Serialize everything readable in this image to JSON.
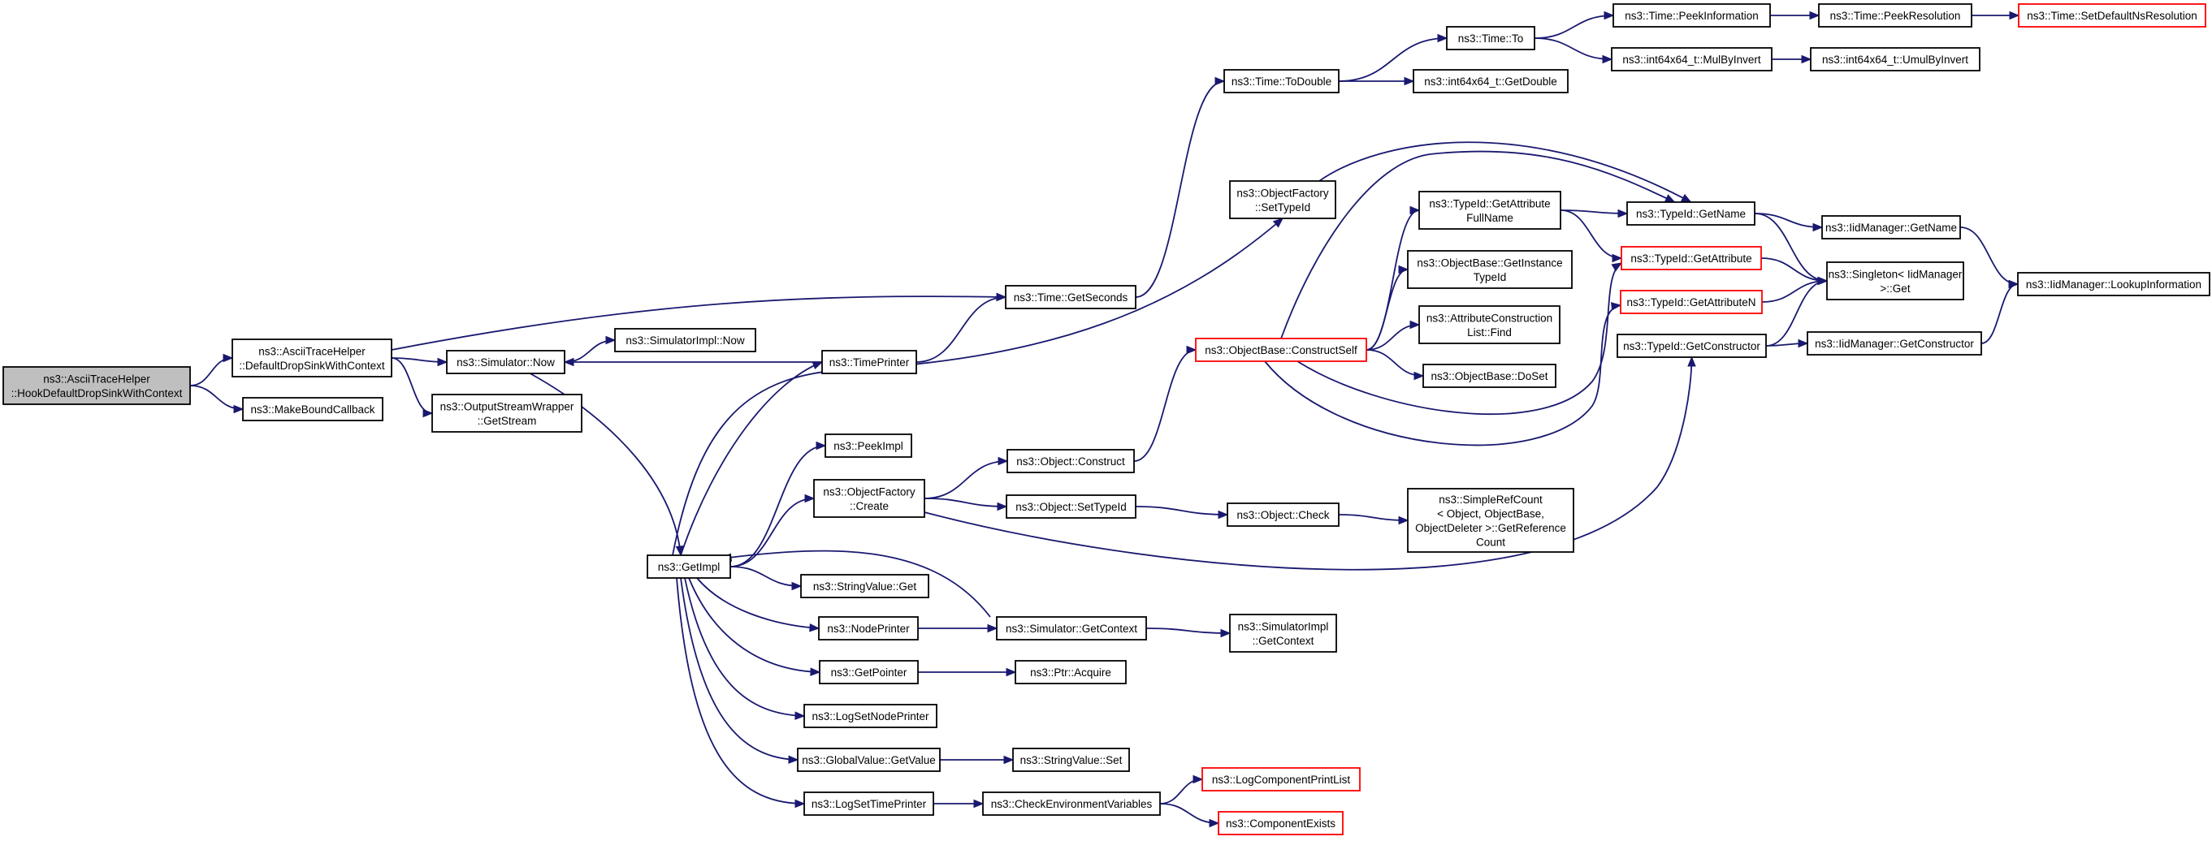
{
  "colors": {
    "edge": "#191970",
    "node_border": "#000000",
    "truncated_node_border": "#ff0000",
    "root_fill": "#bfbfbf",
    "node_fill": "#ffffff"
  },
  "nodes": [
    {
      "id": "root",
      "lines": [
        "ns3::AsciiTraceHelper",
        "::HookDefaultDropSinkWithContext"
      ],
      "kind": "root"
    },
    {
      "id": "ddswc",
      "lines": [
        "ns3::AsciiTraceHelper",
        "::DefaultDropSinkWithContext"
      ],
      "kind": "normal"
    },
    {
      "id": "mbc",
      "lines": [
        "ns3::MakeBoundCallback"
      ],
      "kind": "normal"
    },
    {
      "id": "simnow",
      "lines": [
        "ns3::Simulator::Now"
      ],
      "kind": "normal"
    },
    {
      "id": "oswgs",
      "lines": [
        "ns3::OutputStreamWrapper",
        "::GetStream"
      ],
      "kind": "normal"
    },
    {
      "id": "gsec",
      "lines": [
        "ns3::Time::GetSeconds"
      ],
      "kind": "normal"
    },
    {
      "id": "siminow",
      "lines": [
        "ns3::SimulatorImpl::Now"
      ],
      "kind": "normal"
    },
    {
      "id": "getimpl",
      "lines": [
        "ns3::GetImpl"
      ],
      "kind": "normal"
    },
    {
      "id": "timeprinter",
      "lines": [
        "ns3::TimePrinter"
      ],
      "kind": "normal"
    },
    {
      "id": "peekimpl",
      "lines": [
        "ns3::PeekImpl"
      ],
      "kind": "normal"
    },
    {
      "id": "ofcreate",
      "lines": [
        "ns3::ObjectFactory",
        "::Create"
      ],
      "kind": "normal"
    },
    {
      "id": "svget",
      "lines": [
        "ns3::StringValue::Get"
      ],
      "kind": "normal"
    },
    {
      "id": "nodeprinter",
      "lines": [
        "ns3::NodePrinter"
      ],
      "kind": "normal"
    },
    {
      "id": "getpointer",
      "lines": [
        "ns3::GetPointer"
      ],
      "kind": "normal"
    },
    {
      "id": "lsnp",
      "lines": [
        "ns3::LogSetNodePrinter"
      ],
      "kind": "normal"
    },
    {
      "id": "gvget",
      "lines": [
        "ns3::GlobalValue::GetValue"
      ],
      "kind": "normal"
    },
    {
      "id": "lstp",
      "lines": [
        "ns3::LogSetTimePrinter"
      ],
      "kind": "normal"
    },
    {
      "id": "objconstruct",
      "lines": [
        "ns3::Object::Construct"
      ],
      "kind": "normal"
    },
    {
      "id": "objsettid",
      "lines": [
        "ns3::Object::SetTypeId"
      ],
      "kind": "normal"
    },
    {
      "id": "simgetctx",
      "lines": [
        "ns3::Simulator::GetContext"
      ],
      "kind": "normal"
    },
    {
      "id": "ptracq",
      "lines": [
        "ns3::Ptr::Acquire"
      ],
      "kind": "normal"
    },
    {
      "id": "svset",
      "lines": [
        "ns3::StringValue::Set"
      ],
      "kind": "normal"
    },
    {
      "id": "checkenv",
      "lines": [
        "ns3::CheckEnvironmentVariables"
      ],
      "kind": "normal"
    },
    {
      "id": "timetodouble",
      "lines": [
        "ns3::Time::ToDouble"
      ],
      "kind": "normal"
    },
    {
      "id": "ofsettid",
      "lines": [
        "ns3::ObjectFactory",
        "::SetTypeId"
      ],
      "kind": "normal"
    },
    {
      "id": "obconstructself",
      "lines": [
        "ns3::ObjectBase::ConstructSelf"
      ],
      "kind": "truncated"
    },
    {
      "id": "objcheck",
      "lines": [
        "ns3::Object::Check"
      ],
      "kind": "normal"
    },
    {
      "id": "simimplgetctx",
      "lines": [
        "ns3::SimulatorImpl",
        "::GetContext"
      ],
      "kind": "normal"
    },
    {
      "id": "logcpl",
      "lines": [
        "ns3::LogComponentPrintList"
      ],
      "kind": "truncated"
    },
    {
      "id": "compexists",
      "lines": [
        "ns3::ComponentExists"
      ],
      "kind": "truncated"
    },
    {
      "id": "timeto",
      "lines": [
        "ns3::Time::To"
      ],
      "kind": "normal"
    },
    {
      "id": "i64getdouble",
      "lines": [
        "ns3::int64x64_t::GetDouble"
      ],
      "kind": "normal"
    },
    {
      "id": "tidgafn",
      "lines": [
        "ns3::TypeId::GetAttribute",
        "FullName"
      ],
      "kind": "normal"
    },
    {
      "id": "obgitid",
      "lines": [
        "ns3::ObjectBase::GetInstance",
        "TypeId"
      ],
      "kind": "normal"
    },
    {
      "id": "acfind",
      "lines": [
        "ns3::AttributeConstruction",
        "List::Find"
      ],
      "kind": "normal"
    },
    {
      "id": "obdoset",
      "lines": [
        "ns3::ObjectBase::DoSet"
      ],
      "kind": "normal"
    },
    {
      "id": "srcgetref",
      "lines": [
        "ns3::SimpleRefCount",
        "< Object, ObjectBase,",
        "ObjectDeleter >::GetReference",
        "Count"
      ],
      "kind": "normal"
    },
    {
      "id": "timepeekinfo",
      "lines": [
        "ns3::Time::PeekInformation"
      ],
      "kind": "normal"
    },
    {
      "id": "i64mulbyinv",
      "lines": [
        "ns3::int64x64_t::MulByInvert"
      ],
      "kind": "normal"
    },
    {
      "id": "tidgetname",
      "lines": [
        "ns3::TypeId::GetName"
      ],
      "kind": "normal"
    },
    {
      "id": "tidgetattr",
      "lines": [
        "ns3::TypeId::GetAttribute"
      ],
      "kind": "truncated"
    },
    {
      "id": "tidgetattrn",
      "lines": [
        "ns3::TypeId::GetAttributeN"
      ],
      "kind": "truncated"
    },
    {
      "id": "tidgetctor",
      "lines": [
        "ns3::TypeId::GetConstructor"
      ],
      "kind": "normal"
    },
    {
      "id": "timepeekres",
      "lines": [
        "ns3::Time::PeekResolution"
      ],
      "kind": "normal"
    },
    {
      "id": "i64umulbyinv",
      "lines": [
        "ns3::int64x64_t::UmulByInvert"
      ],
      "kind": "normal"
    },
    {
      "id": "iidmgetname",
      "lines": [
        "ns3::IidManager::GetName"
      ],
      "kind": "normal"
    },
    {
      "id": "singletonget",
      "lines": [
        "ns3::Singleton< IidManager",
        ">::Get"
      ],
      "kind": "normal"
    },
    {
      "id": "iidmgetctor",
      "lines": [
        "ns3::IidManager::GetConstructor"
      ],
      "kind": "normal"
    },
    {
      "id": "timesetdefres",
      "lines": [
        "ns3::Time::SetDefaultNsResolution"
      ],
      "kind": "truncated"
    },
    {
      "id": "iidmlookup",
      "lines": [
        "ns3::IidManager::LookupInformation"
      ],
      "kind": "normal"
    }
  ],
  "edges": [
    {
      "from": "root",
      "to": "ddswc"
    },
    {
      "from": "root",
      "to": "mbc"
    },
    {
      "from": "ddswc",
      "to": "gsec"
    },
    {
      "from": "ddswc",
      "to": "simnow"
    },
    {
      "from": "ddswc",
      "to": "oswgs"
    },
    {
      "from": "simnow",
      "to": "siminow"
    },
    {
      "from": "simnow",
      "to": "getimpl"
    },
    {
      "from": "timeprinter",
      "to": "simnow"
    },
    {
      "from": "timeprinter",
      "to": "gsec"
    },
    {
      "from": "gsec",
      "to": "timetodouble"
    },
    {
      "from": "getimpl",
      "to": "timeprinter"
    },
    {
      "from": "getimpl",
      "to": "peekimpl"
    },
    {
      "from": "getimpl",
      "to": "ofcreate"
    },
    {
      "from": "getimpl",
      "to": "svget"
    },
    {
      "from": "getimpl",
      "to": "nodeprinter"
    },
    {
      "from": "getimpl",
      "to": "getpointer"
    },
    {
      "from": "getimpl",
      "to": "lsnp"
    },
    {
      "from": "getimpl",
      "to": "gvget"
    },
    {
      "from": "getimpl",
      "to": "lstp"
    },
    {
      "from": "getimpl",
      "to": "ofsettid"
    },
    {
      "from": "simgetctx",
      "to": "getimpl"
    },
    {
      "from": "ofcreate",
      "to": "objconstruct"
    },
    {
      "from": "ofcreate",
      "to": "objsettid"
    },
    {
      "from": "ofcreate",
      "to": "tidgetctor"
    },
    {
      "from": "objconstruct",
      "to": "obconstructself"
    },
    {
      "from": "objsettid",
      "to": "objcheck"
    },
    {
      "from": "objcheck",
      "to": "srcgetref"
    },
    {
      "from": "nodeprinter",
      "to": "simgetctx"
    },
    {
      "from": "simgetctx",
      "to": "simimplgetctx"
    },
    {
      "from": "getpointer",
      "to": "ptracq"
    },
    {
      "from": "gvget",
      "to": "svset"
    },
    {
      "from": "lstp",
      "to": "checkenv"
    },
    {
      "from": "checkenv",
      "to": "logcpl"
    },
    {
      "from": "checkenv",
      "to": "compexists"
    },
    {
      "from": "timetodouble",
      "to": "timeto"
    },
    {
      "from": "timetodouble",
      "to": "i64getdouble"
    },
    {
      "from": "timeto",
      "to": "timepeekinfo"
    },
    {
      "from": "timeto",
      "to": "i64mulbyinv"
    },
    {
      "from": "timepeekinfo",
      "to": "timepeekres"
    },
    {
      "from": "timepeekres",
      "to": "timesetdefres"
    },
    {
      "from": "i64mulbyinv",
      "to": "i64umulbyinv"
    },
    {
      "from": "ofsettid",
      "to": "tidgetname"
    },
    {
      "from": "obconstructself",
      "to": "tidgafn"
    },
    {
      "from": "obconstructself",
      "to": "obgitid"
    },
    {
      "from": "obconstructself",
      "to": "acfind"
    },
    {
      "from": "obconstructself",
      "to": "obdoset"
    },
    {
      "from": "obconstructself",
      "to": "tidgetname"
    },
    {
      "from": "obconstructself",
      "to": "tidgetattr"
    },
    {
      "from": "obconstructself",
      "to": "tidgetattrn"
    },
    {
      "from": "tidgafn",
      "to": "tidgetname"
    },
    {
      "from": "tidgafn",
      "to": "tidgetattr"
    },
    {
      "from": "tidgetname",
      "to": "iidmgetname"
    },
    {
      "from": "tidgetname",
      "to": "singletonget"
    },
    {
      "from": "tidgetattr",
      "to": "singletonget"
    },
    {
      "from": "tidgetattrn",
      "to": "singletonget"
    },
    {
      "from": "tidgetctor",
      "to": "singletonget"
    },
    {
      "from": "tidgetctor",
      "to": "iidmgetctor"
    },
    {
      "from": "iidmgetname",
      "to": "iidmlookup"
    },
    {
      "from": "iidmgetctor",
      "to": "iidmlookup"
    }
  ]
}
